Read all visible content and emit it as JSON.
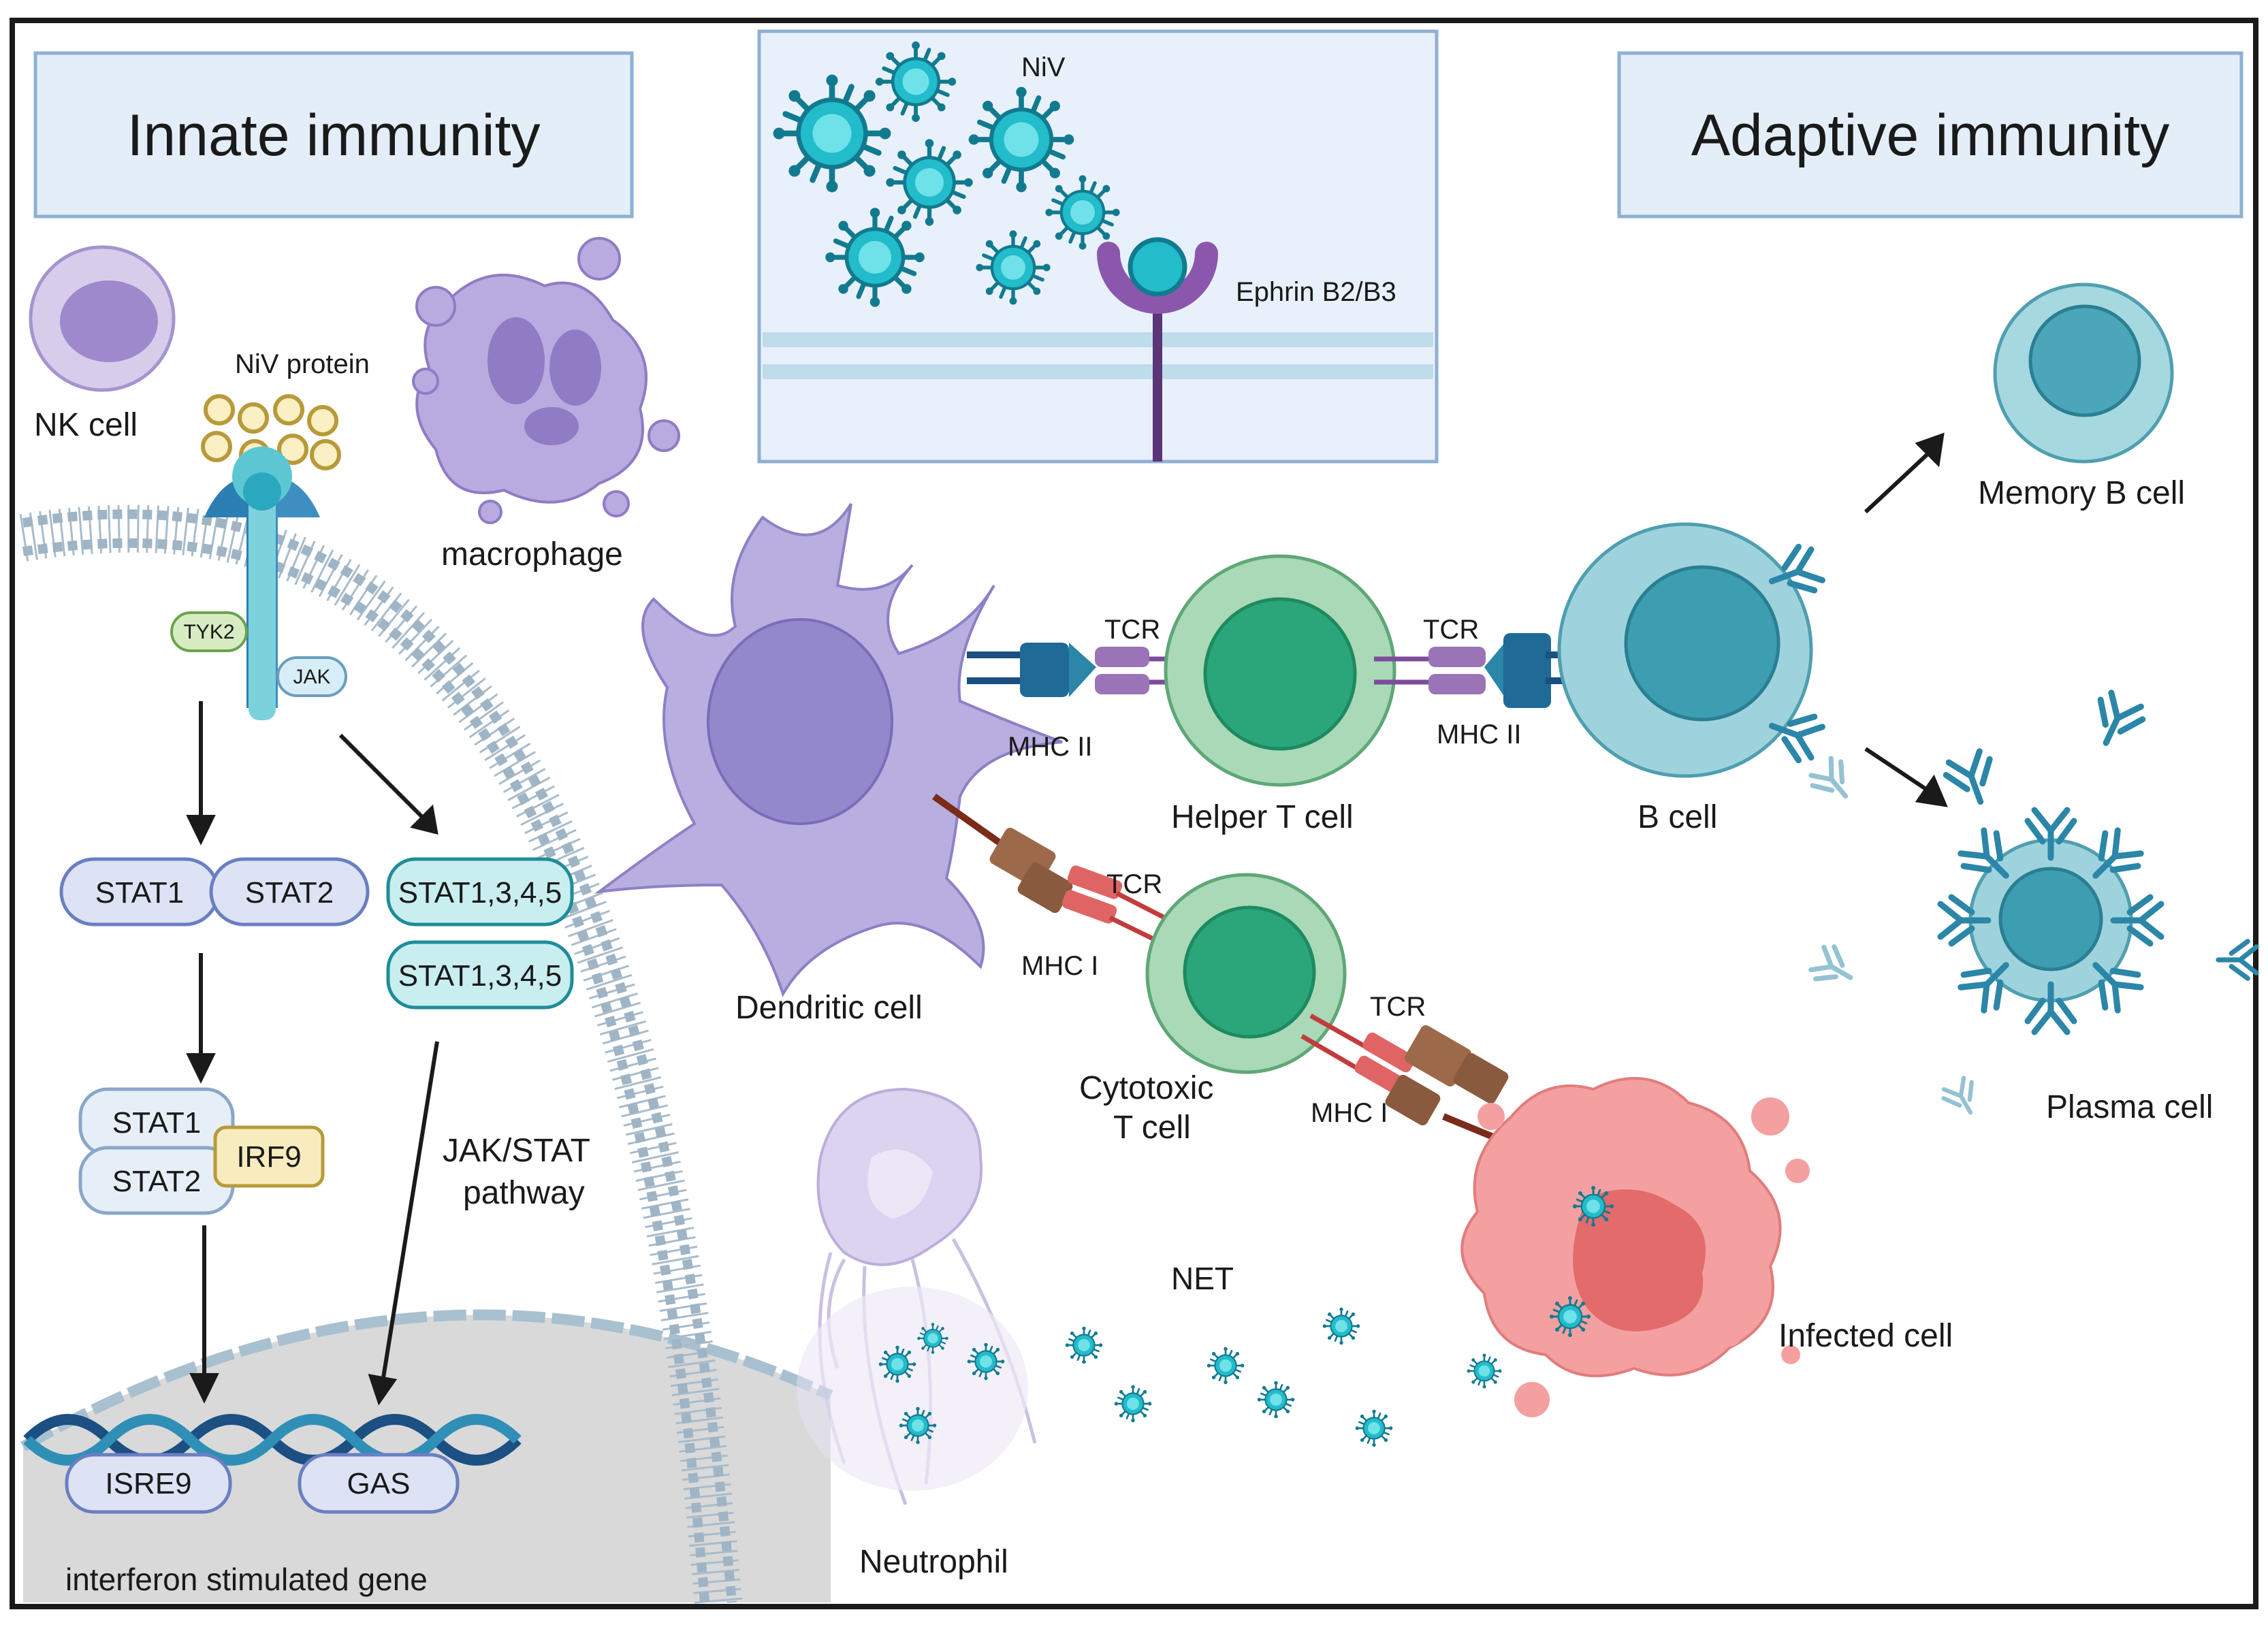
{
  "titles": {
    "innate": "Innate immunity",
    "adaptive": "Adaptive immunity"
  },
  "virus_panel": {
    "niv": "NiV",
    "receptor": "Ephrin B2/B3"
  },
  "innate": {
    "nk_cell": "NK cell",
    "niv_protein": "NiV protein",
    "macrophage": "macrophage",
    "tyk2": "TYK2",
    "jak": "JAK",
    "stat1": "STAT1",
    "stat2": "STAT2",
    "stat_multi_1": "STAT1,3,4,5",
    "stat_multi_2": "STAT1,3,4,5",
    "complex_stat1": "STAT1",
    "complex_stat2": "STAT2",
    "irf9": "IRF9",
    "pathway": [
      "JAK/STAT",
      "pathway"
    ],
    "isre9": "ISRE9",
    "gas": "GAS",
    "isg": "interferon stimulated gene"
  },
  "adaptive": {
    "dendritic_cell": "Dendritic cell",
    "mhc2_left": "MHC II",
    "tcr_helper": "TCR",
    "helper_t": "Helper T cell",
    "tcr_bcell": "TCR",
    "mhc2_right": "MHC II",
    "b_cell": "B cell",
    "memory_b": "Memory B cell",
    "plasma_cell": "Plasma cell",
    "tcr_cyto_left": "TCR",
    "mhc1_left": "MHC I",
    "cytotoxic_t": [
      "Cytotoxic",
      "T cell"
    ],
    "tcr_cyto_right": "TCR",
    "mhc1_right": "MHC I",
    "infected_cell": "Infected cell",
    "net": "NET",
    "neutrophil": "Neutrophil"
  },
  "colors": {
    "title_box_fill": "#e3eef8",
    "title_box_stroke": "#8fb0d4",
    "virus": "#1fb9c9",
    "virus_dark": "#127a8f",
    "purple_cell": "#b3a8dc",
    "green_cell": "#9ed4ae",
    "b_cell": "#8ecfd9",
    "infected": "#f28e8e",
    "receptor": "#7c4c9b"
  }
}
